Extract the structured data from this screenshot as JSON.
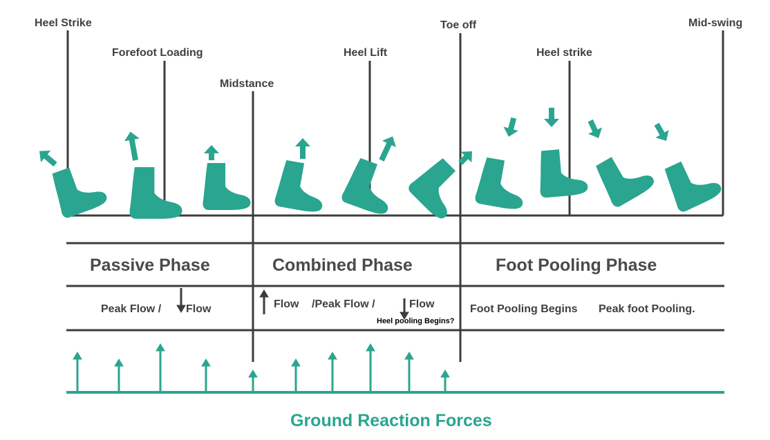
{
  "colors": {
    "accent": "#2aa58f",
    "line": "#3c3c3c",
    "text": "#404040"
  },
  "events": {
    "heel_strike": "Heel Strike",
    "forefoot_loading": "Forefoot Loading",
    "midstance": "Midstance",
    "heel_lift": "Heel Lift",
    "toe_off": "Toe off",
    "heel_strike_2": "Heel strike",
    "mid_swing": "Mid-swing"
  },
  "phases": {
    "passive": "Passive Phase",
    "combined": "Combined Phase",
    "pooling": "Foot Pooling Phase"
  },
  "flow": {
    "peak_flow": "Peak Flow /",
    "flow_down": "Flow",
    "flow_up": "Flow",
    "peak_flow_2": "/Peak Flow /",
    "flow_down_2": "Flow",
    "heel_pooling": "Heel pooling Begins?",
    "foot_pooling_begins": "Foot Pooling Begins",
    "peak_pooling": "Peak foot Pooling."
  },
  "ground_reaction_title": "Ground Reaction Forces",
  "icons": [
    "foot-icon",
    "arrow-up-icon",
    "arrow-down-icon"
  ]
}
